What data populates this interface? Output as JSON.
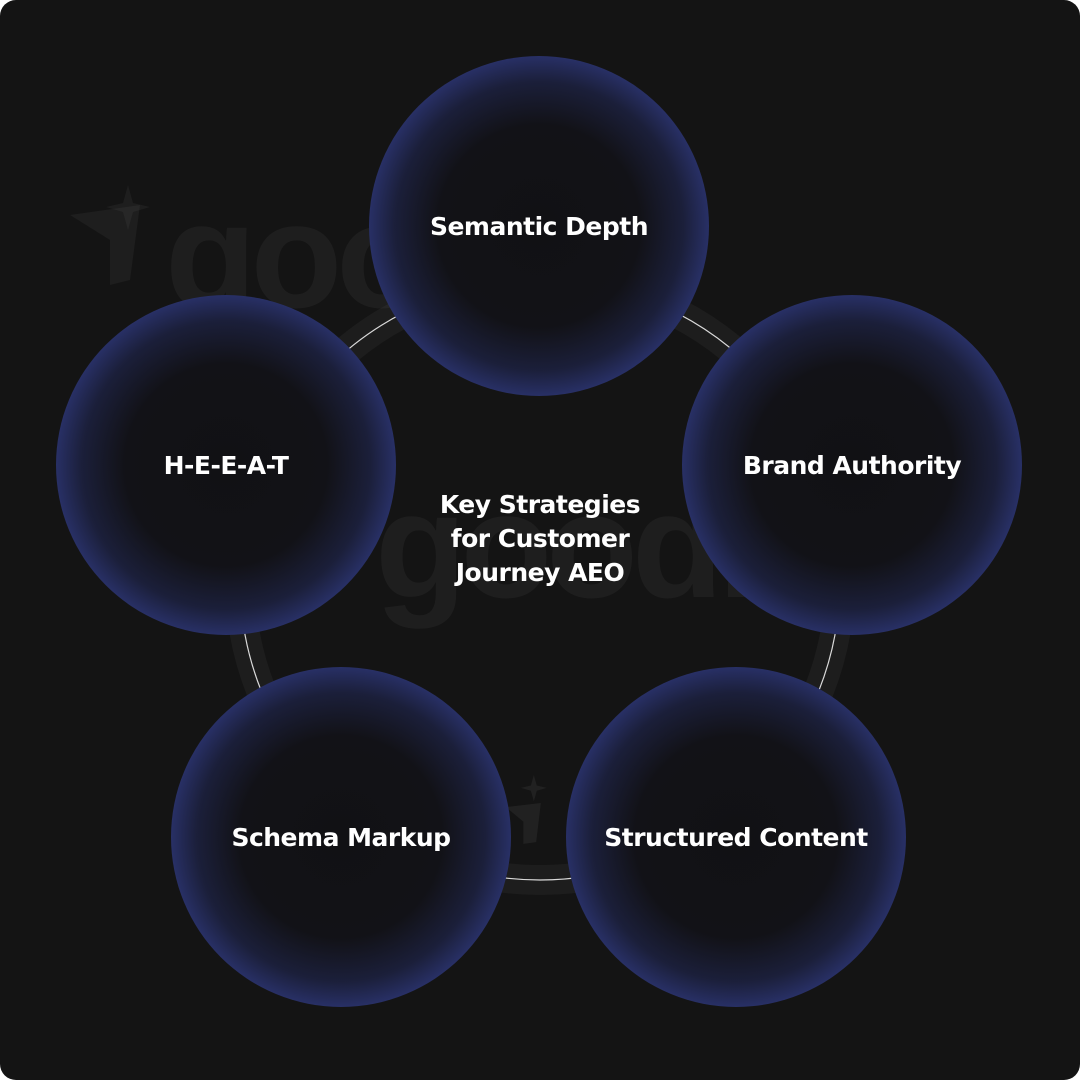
{
  "diagram": {
    "center_title_lines": [
      "Key Strategies",
      "for Customer",
      "Journey AEO"
    ],
    "nodes": [
      {
        "label": "Semantic Depth"
      },
      {
        "label": "Brand Authority"
      },
      {
        "label": "Structured Content"
      },
      {
        "label": "Schema Markup"
      },
      {
        "label": "H-E-E-A-T"
      }
    ]
  },
  "watermark": {
    "wordmark_fragments": [
      "goo",
      "goodie",
      "odie"
    ]
  },
  "colors": {
    "background": "#141414",
    "node_rim": "#6775e0",
    "node_core": "#111114",
    "connector": "#d9d9d9",
    "text": "#ffffff"
  }
}
